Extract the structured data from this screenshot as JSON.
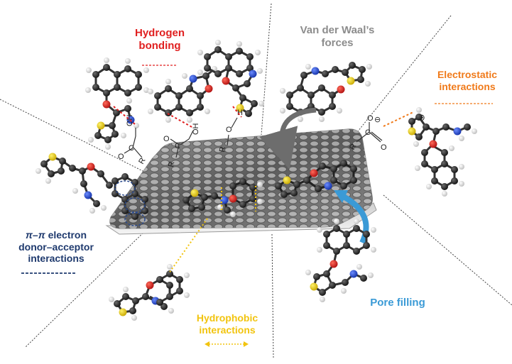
{
  "labels": {
    "hydrogen_bonding_line1": "Hydrogen",
    "hydrogen_bonding_line2": "bonding",
    "van_der_waals_line1": "Van der Waal’s",
    "van_der_waals_line2": "forces",
    "electrostatic_line1": "Electrostatic",
    "electrostatic_line2": "interactions",
    "pipi_line1_a": "π–π",
    "pipi_line1_b": " electron",
    "pipi_line2": "donor–acceptor",
    "pipi_line3": "interactions",
    "pore_filling": "Pore filling",
    "hydrophobic_line1": "Hydrophobic",
    "hydrophobic_line2": "interactions"
  },
  "chem_symbols": {
    "R": "R",
    "C": "C",
    "O": "O",
    "OH": "OH",
    "H": "H",
    "plus": "⊕",
    "minus": "⊖"
  },
  "colors": {
    "hydrogen_bonding": "#e02020",
    "van_der_waals": "#8c8c8c",
    "electrostatic": "#f07a1a",
    "pipi": "#1f3a6e",
    "pore_filling": "#3a9ad6",
    "hydrophobic": "#f2c40f",
    "sheet_dark": "#6e6e6e",
    "sheet_light": "#c8c8c8"
  }
}
